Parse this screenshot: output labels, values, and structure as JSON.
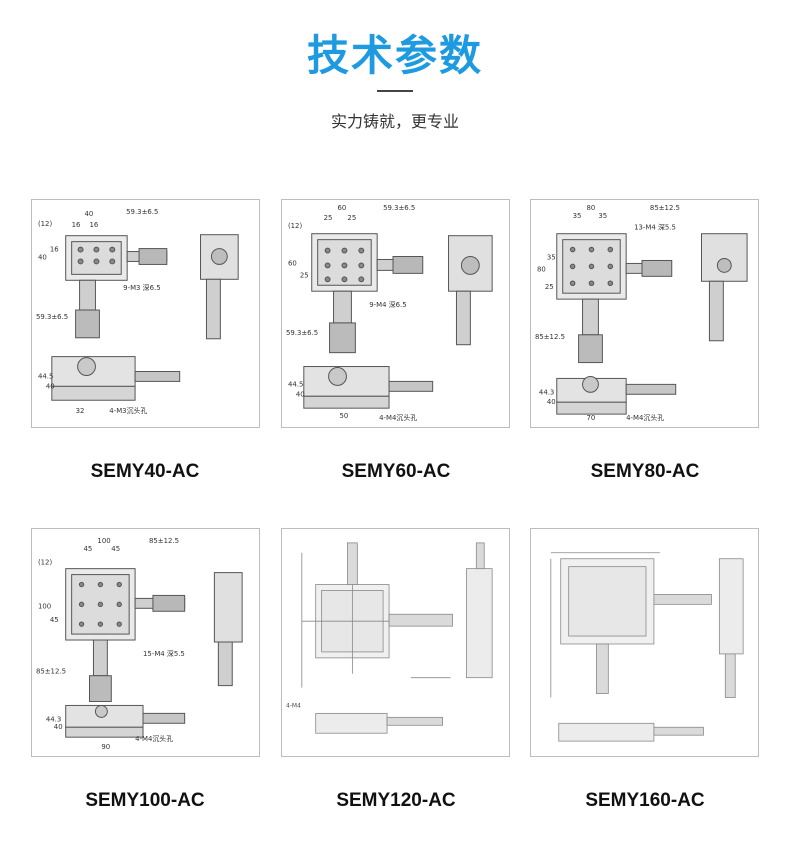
{
  "header": {
    "title": "技术参数",
    "subtitle": "实力铸就，更专业"
  },
  "products": [
    {
      "model": "SEMY40-AC",
      "dims": {
        "w": "40",
        "w2": "16",
        "w3": "16",
        "travel": "59.3±6.5",
        "side1": "(12)",
        "side2": "40",
        "side3": "16",
        "hole": "9-M3 深6.5",
        "height1": "44.5",
        "height2": "40",
        "base": "32",
        "vtravel": "59.3±6.5",
        "mount": "4-M3沉头孔"
      }
    },
    {
      "model": "SEMY60-AC",
      "dims": {
        "w": "60",
        "w2": "25",
        "w3": "25",
        "travel": "59.3±6.5",
        "side1": "(12)",
        "side2": "60",
        "side3": "25",
        "hole": "9-M4 深6.5",
        "height1": "44.5",
        "height2": "40",
        "base": "50",
        "vtravel": "59.3±6.5",
        "mount": "4-M4沉头孔"
      }
    },
    {
      "model": "SEMY80-AC",
      "dims": {
        "w": "80",
        "w2": "35",
        "w3": "35",
        "travel": "85±12.5",
        "side1": "25",
        "side2": "80",
        "side3": "35",
        "hole": "13-M4 深5.5",
        "height1": "44.3",
        "height2": "40",
        "base": "70",
        "vtravel": "85±12.5",
        "mount": "4-M4沉头孔"
      }
    },
    {
      "model": "SEMY100-AC",
      "dims": {
        "w": "100",
        "w2": "45",
        "w3": "45",
        "travel": "85±12.5",
        "side1": "(12)",
        "side2": "100",
        "side3": "45",
        "hole": "15-M4 深5.5",
        "height1": "44.3",
        "height2": "40",
        "base": "90",
        "vtravel": "85±12.5",
        "mount": "4-M4沉头孔"
      }
    },
    {
      "model": "SEMY120-AC",
      "dims": {
        "w": "",
        "w2": "",
        "w3": "",
        "travel": "",
        "side1": "",
        "side2": "",
        "side3": "",
        "hole": "4-M4",
        "height1": "",
        "height2": "",
        "base": "",
        "vtravel": "",
        "mount": ""
      }
    },
    {
      "model": "SEMY160-AC",
      "dims": {
        "w": "",
        "w2": "",
        "w3": "",
        "travel": "",
        "side1": "",
        "side2": "",
        "side3": "",
        "hole": "",
        "height1": "",
        "height2": "",
        "base": "",
        "vtravel": "",
        "mount": ""
      }
    }
  ]
}
